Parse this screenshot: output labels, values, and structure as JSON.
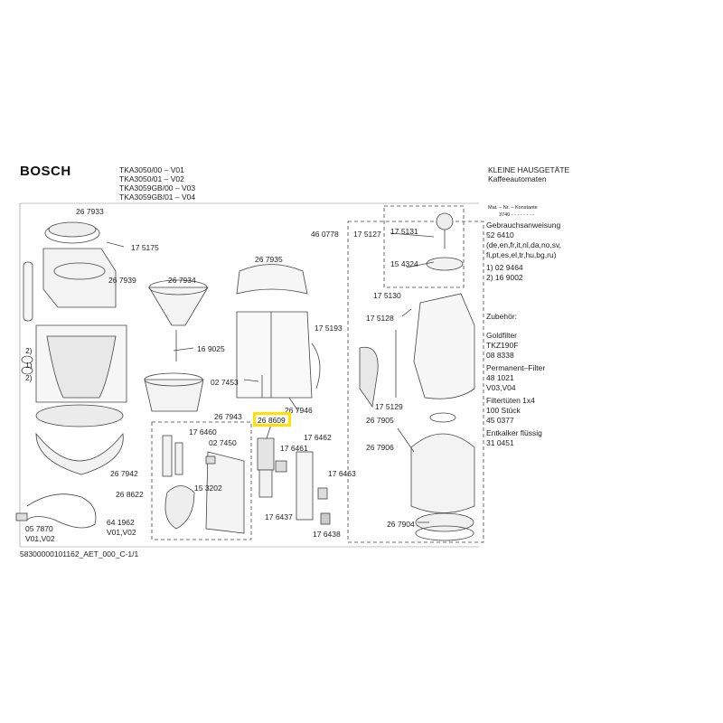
{
  "header": {
    "brand": "BOSCH",
    "models": [
      "TKA3050/00 – V01",
      "TKA3050/01 – V02",
      "TKA3059GB/00 – V03",
      "TKA3059GB/01 – V04"
    ],
    "category": "KLEINE HAUSGETÄTE",
    "subcategory": "Kaffeeautomaten"
  },
  "legend": {
    "header": "Mat. – Nr. – Konstante",
    "value": "3740 - - - - - - - -"
  },
  "accessories": [
    "Gebrauchsanweisung",
    "52 6410",
    "(de,en,fr,it,nl,da,no,sv,",
    "fi,pt,es,el,tr,hu,bg,ru)",
    "",
    "1) 02 9464",
    "2) 16 9002",
    "",
    "Zubehör:",
    "",
    "Goldfilter",
    "TKZ190F",
    "08 8338",
    "",
    "Permanent–Filter",
    "48 1021",
    "V03,V04",
    "",
    "Filtertüten 1x4",
    "100 Stück",
    "45 0377",
    "",
    "Entkalker flüssig",
    "31 0451"
  ],
  "parts": {
    "p267933": "26 7933",
    "p175175": "17 5175",
    "p267939": "26 7939",
    "p267934": "26 7934",
    "p267935": "26 7935",
    "p460778": "46 0778",
    "p175127": "17 5127",
    "p175131": "17 5131",
    "p154324": "15 4324",
    "p175130": "17 5130",
    "p175128": "17 5128",
    "p175193": "17 5193",
    "p169025": "16 9025",
    "p027453": "02 7453",
    "p267946": "26 7946",
    "p267943": "26 7943",
    "p268609": "26 8609",
    "p176460": "17 6460",
    "p027450": "02 7450",
    "p176461": "17 6461",
    "p176462": "17 6462",
    "p176463": "17 6463",
    "p153202": "15 3202",
    "p267942": "26 7942",
    "p268622": "26 8622",
    "p641962": "64 1962",
    "p057870": "05 7870",
    "pv0102": "V01,V02",
    "pv0102b": "V01,V02",
    "p176437": "17 6437",
    "p176438": "17 6438",
    "p267905": "26 7905",
    "p175129": "17 5129",
    "p267906": "26 7906",
    "p267904": "26 7904",
    "n2a": "2)",
    "n1": "1)",
    "n2b": "2)"
  },
  "footer": "58300000101162_AET_000_C-1/1"
}
